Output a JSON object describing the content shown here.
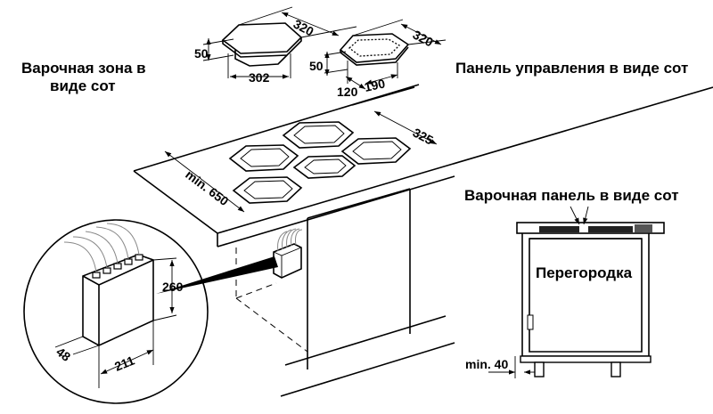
{
  "labels": {
    "cooking_zone_line1": "Варочная зона в",
    "cooking_zone_line2": "виде сот",
    "control_panel": "Панель управления в виде сот",
    "hob_panel": "Варочная панель в виде сот",
    "partition": "Перегородка"
  },
  "dimensions": {
    "zone_width": "320",
    "zone_height": "50",
    "zone_base": "302",
    "panel_width": "320",
    "panel_height": "50",
    "panel_depth": "120",
    "panel_base": "190",
    "hob_hex": "325",
    "min_depth": "min. 650",
    "box_height": "260",
    "box_depth": "48",
    "box_width": "211",
    "min_gap": "min. 40"
  }
}
